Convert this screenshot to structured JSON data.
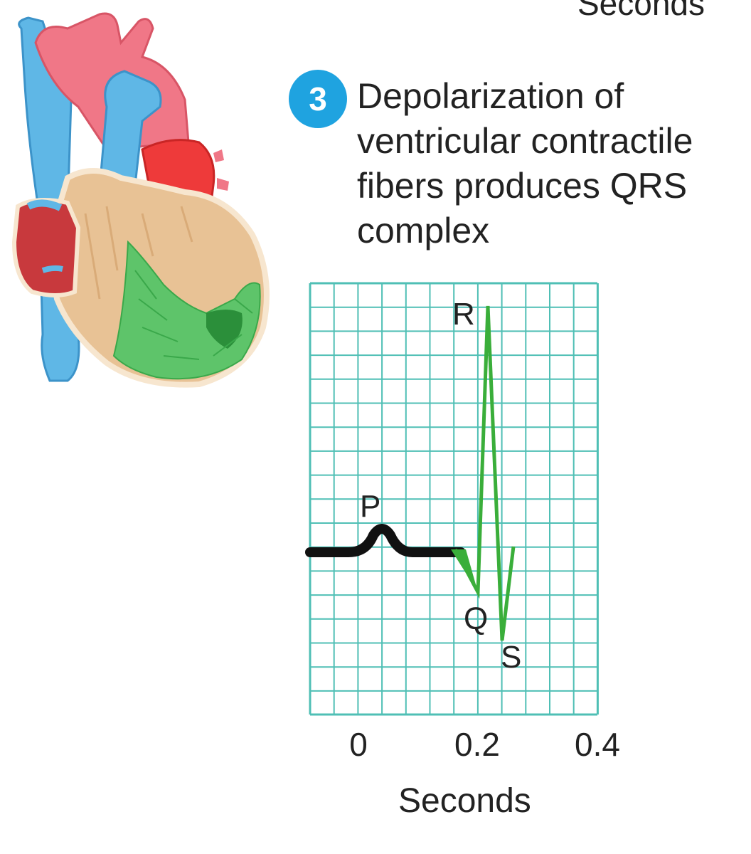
{
  "top_label": "Seconds",
  "step": {
    "number": "3",
    "caption_lines": [
      "Depolarization of",
      "ventricular contractile",
      "fibers produces QRS",
      "complex"
    ]
  },
  "ecg": {
    "x_ticks": [
      "0",
      "0.2",
      "0.4"
    ],
    "x_label": "Seconds",
    "wave_labels": {
      "p": "P",
      "q": "Q",
      "r": "R",
      "s": "S"
    },
    "colors": {
      "grid": "#4fbfb5",
      "baseline": "#111111",
      "qrs": "#3aae3a",
      "badge": "#1fa3e0"
    }
  }
}
